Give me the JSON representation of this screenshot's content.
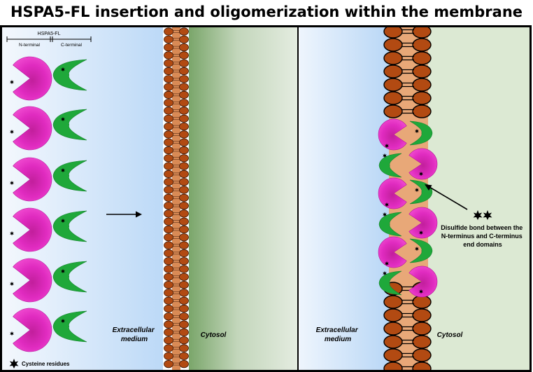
{
  "title": "HSPA5-FL insertion and oligomerization within the membrane",
  "scale_bar": {
    "label": "HSPA5-FL",
    "n_label": "N-terminal",
    "c_label": "C-terminal"
  },
  "left_panel": {
    "extracellular_label": [
      "Extracellular",
      "medium"
    ],
    "cytosol_label": "Cytosol",
    "legend_label": "Cysteine residues"
  },
  "right_panel": {
    "extracellular_label": [
      "Extracellular",
      "medium"
    ],
    "cytosol_label": "Cytosol",
    "annotation": [
      "Disulfide bond between the",
      "N-terminus and C-terminus",
      "end domains"
    ]
  },
  "colors": {
    "n_domain": "#e020c0",
    "c_domain": "#1fa83a",
    "lipid_head": "#b24a12",
    "membrane_core": "#e8a878",
    "extracellular_bg": "#bcd9f7",
    "cytosol_bg": "#dce9d3"
  }
}
